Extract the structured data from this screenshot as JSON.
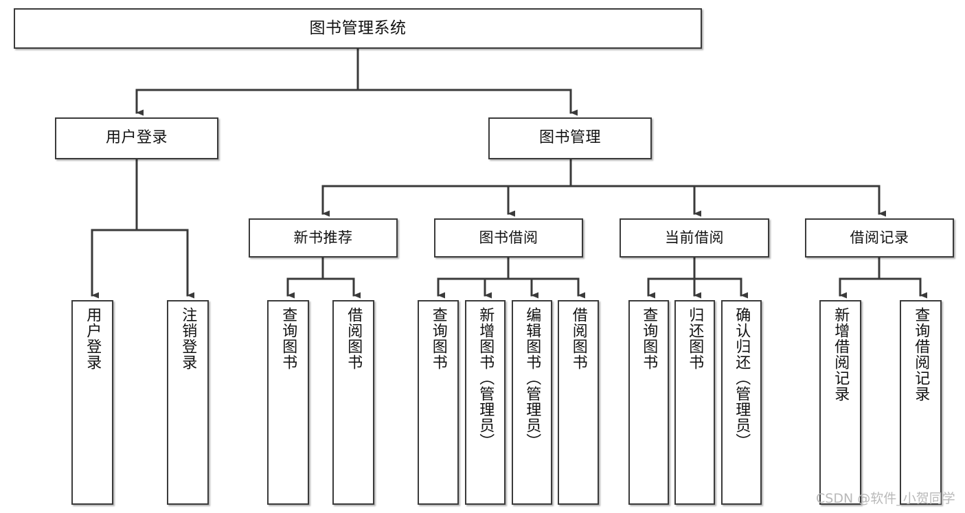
{
  "diagram": {
    "type": "tree",
    "title": "图书管理系统",
    "watermark": "CSDN @软件_小贺同学",
    "colors": {
      "background": "#ffffff",
      "border": "#3a3a3a",
      "text": "#111111",
      "edge": "#3a3a3a",
      "watermark": "#b9b9b9"
    },
    "nodes": {
      "root": {
        "label": "图书管理系统"
      },
      "level1": [
        {
          "label": "用户登录"
        },
        {
          "label": "图书管理"
        }
      ],
      "level2": [
        {
          "label": "新书推荐"
        },
        {
          "label": "图书借阅"
        },
        {
          "label": "当前借阅"
        },
        {
          "label": "借阅记录"
        }
      ],
      "leaves": [
        {
          "label": "用户登录"
        },
        {
          "label": "注销登录"
        },
        {
          "label": "查询图书"
        },
        {
          "label": "借阅图书"
        },
        {
          "label": "查询图书"
        },
        {
          "label": "新增图书（管理员）"
        },
        {
          "label": "编辑图书（管理员）"
        },
        {
          "label": "借阅图书"
        },
        {
          "label": "查询图书"
        },
        {
          "label": "归还图书"
        },
        {
          "label": "确认归还（管理员）"
        },
        {
          "label": "新增借阅记录"
        },
        {
          "label": "查询借阅记录"
        }
      ]
    }
  }
}
